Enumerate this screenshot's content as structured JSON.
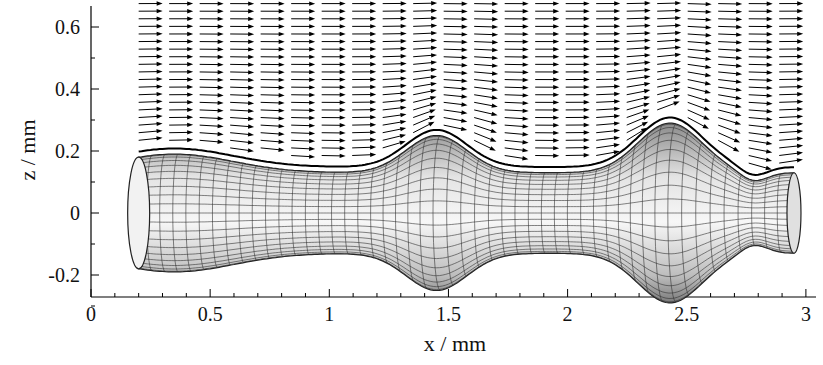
{
  "diagram": {
    "labels": [
      "0.6",
      "0.4",
      "0.2",
      "0",
      "-0.2",
      "0",
      "0.5",
      "1",
      "1.5",
      "2",
      "2.5",
      "3",
      "z / mm",
      "x / mm"
    ]
  }
}
